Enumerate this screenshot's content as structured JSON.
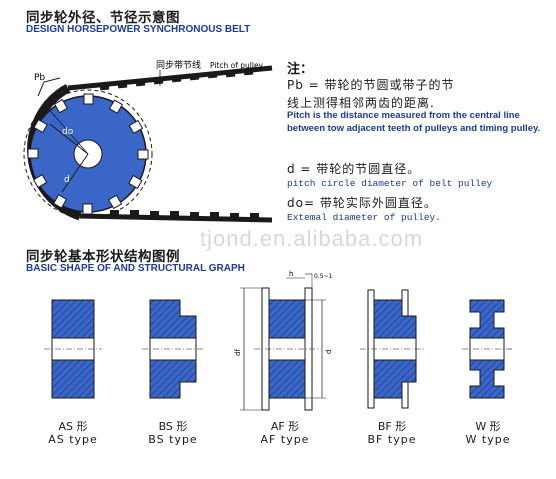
{
  "header": {
    "title_cn": "同步轮外径、节径示意图",
    "title_en": "DESIGN HORSEPOWER SYNCHRONOUS BELT"
  },
  "diagram": {
    "pitch_line_cn": "同步带节线",
    "pitch_line_en": "Pitch of pulley",
    "pb_label": "Pb",
    "do_label": "do",
    "d_label": "d"
  },
  "notes": {
    "heading": "注：",
    "pb_cn_1": "Pb = 带轮的节圆或带子的节",
    "pb_cn_2": "线上测得相邻两齿的距离.",
    "pb_en": "Pitch is the distance measured from the central line between tow adjacent teeth of pulleys and timing pulley.",
    "d_cn": "d = 带轮的节圆直径。",
    "d_en": "pitch circle diameter of belt pulley",
    "do_cn": "do= 带轮实际外圆直径。",
    "do_en": "Extemal diameter of pulley."
  },
  "section": {
    "title_cn": "同步轮基本形状结构图例",
    "title_en": "BASIC SHAPE OF AND STRUCTURAL GRAPH"
  },
  "shapes": [
    {
      "cn": "AS 形",
      "en": "AS type"
    },
    {
      "cn": "BS 形",
      "en": "BS type"
    },
    {
      "cn": "AF 形",
      "en": "AF type"
    },
    {
      "cn": "BF 形",
      "en": "BF type"
    },
    {
      "cn": "W 形",
      "en": "W type"
    }
  ],
  "dims": {
    "h": "h",
    "offset": "0.5~1",
    "df": "df",
    "d": "d"
  },
  "watermark": "tjond.en.alibaba.com",
  "colors": {
    "blue": "#3a66c8",
    "hatch": "#1d3f8f",
    "belt": "#1a1a1a"
  }
}
